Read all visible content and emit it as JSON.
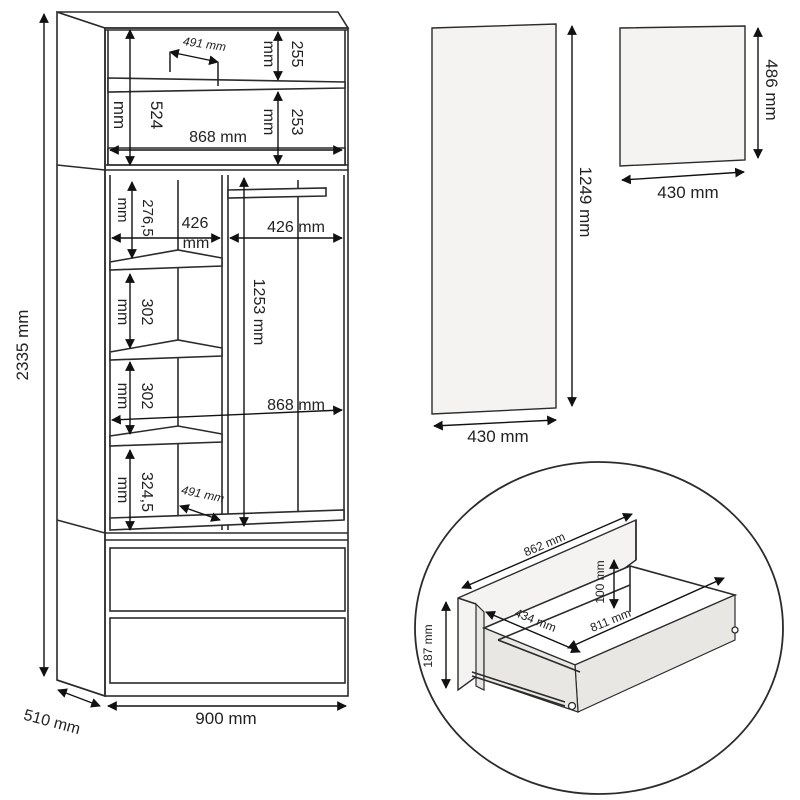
{
  "wardrobe": {
    "total_height": "2335 mm",
    "depth": "510 mm",
    "width": "900 mm",
    "upper_section_height": "524",
    "upper_section_height_unit": "mm",
    "upper_inner_width": "868 mm",
    "upper_shelf_top": "255",
    "upper_shelf_top_unit": "mm",
    "upper_shelf_bottom": "253",
    "upper_shelf_bottom_unit": "mm",
    "upper_shelf_depth": "491 mm",
    "left_shelf_1": "276,5",
    "left_shelf_1_unit": "mm",
    "left_column_width_num": "426",
    "left_column_width_unit": "mm",
    "right_column_width": "426 mm",
    "hanging_height": "1253 mm",
    "left_shelf_2": "302",
    "left_shelf_2_unit": "mm",
    "left_shelf_3": "302",
    "left_shelf_3_unit": "mm",
    "lower_inner_width": "868 mm",
    "left_shelf_4": "324,5",
    "left_shelf_4_unit": "mm",
    "lower_shelf_depth": "491 mm"
  },
  "door_tall": {
    "height": "1249 mm",
    "width": "430 mm"
  },
  "door_small": {
    "height": "486 mm",
    "width": "430 mm"
  },
  "drawer_detail": {
    "front_width": "862 mm",
    "front_height": "187 mm",
    "inner_height": "100 mm",
    "inner_width": "434 mm",
    "inner_depth": "811 mm"
  }
}
